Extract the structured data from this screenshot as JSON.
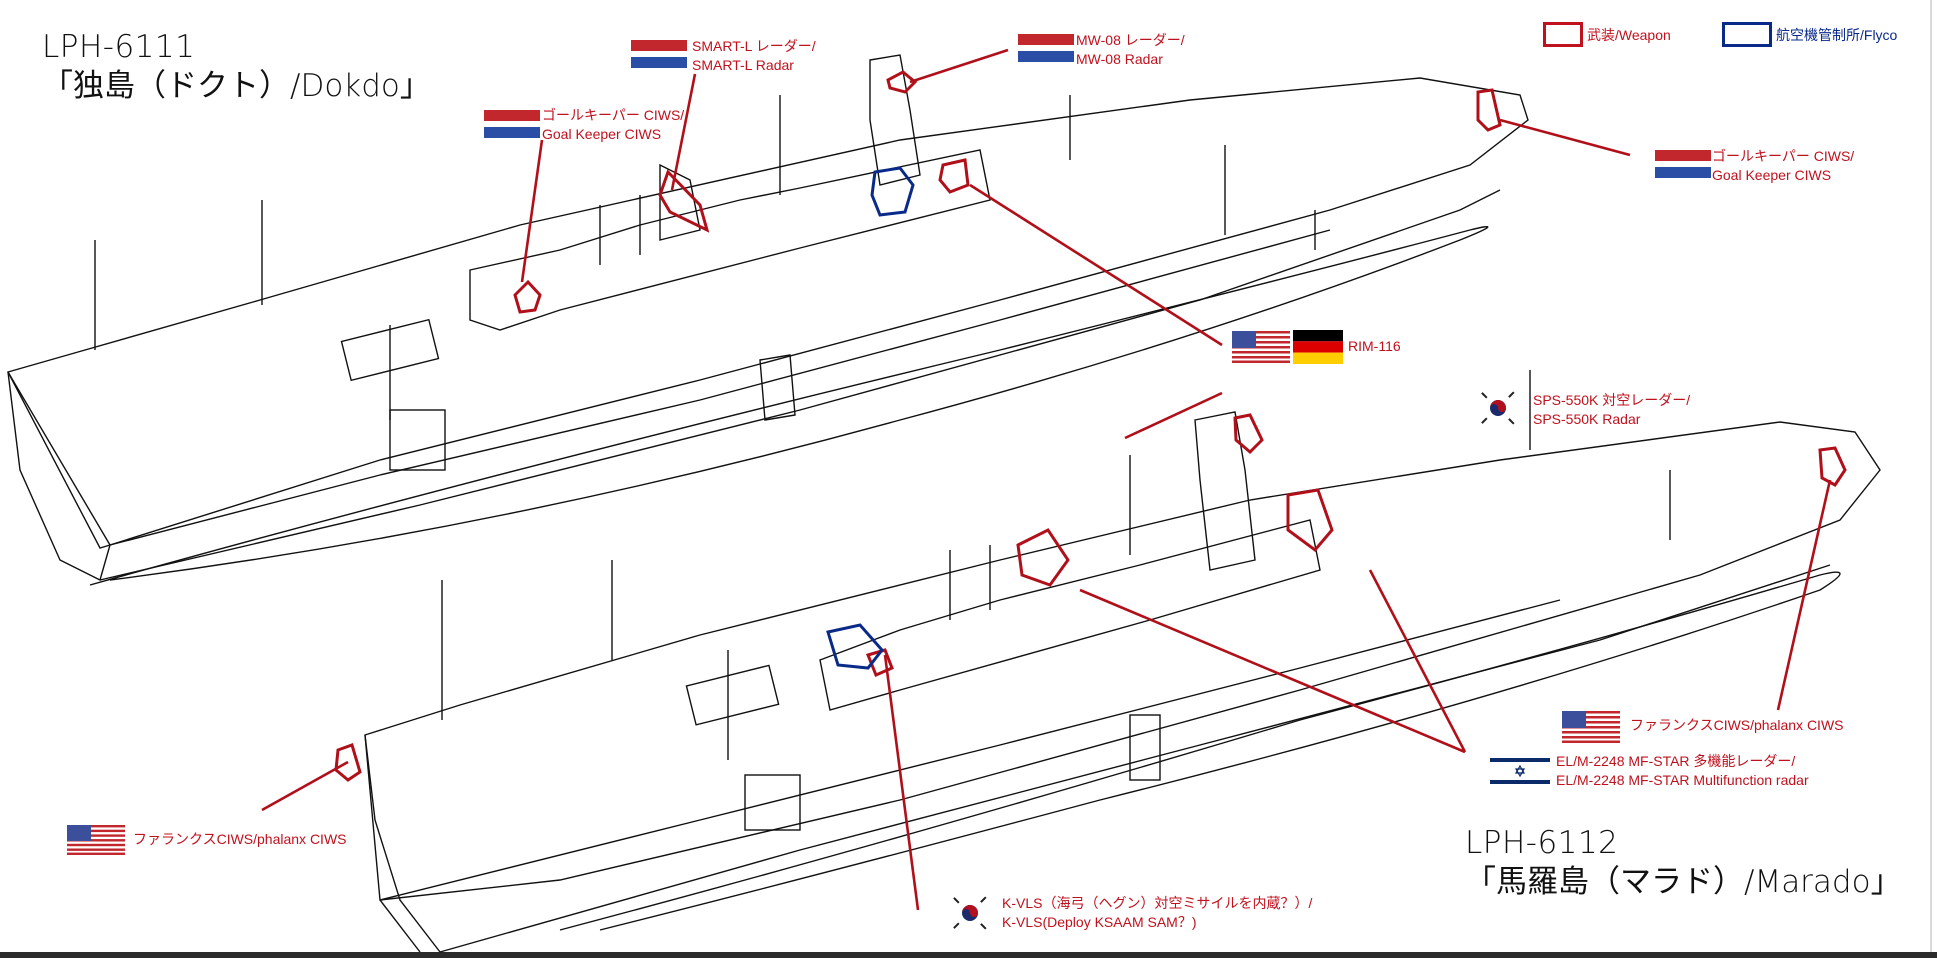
{
  "legend": {
    "weapon": {
      "label": "武装/Weapon",
      "color": "#c0111e"
    },
    "flyco": {
      "label": "航空機管制所/Flyco",
      "color": "#0a2a8a"
    }
  },
  "ships": [
    {
      "hull_number": "LPH-6111",
      "name": "「独島（ドクト）/Dokdo」",
      "annotations": [
        {
          "id": "goalkeeper-1",
          "flags": [
            "netherlands"
          ],
          "lines": [
            "ゴールキーパー CIWS/",
            "Goal Keeper CIWS"
          ]
        },
        {
          "id": "smart-l",
          "flags": [
            "netherlands"
          ],
          "lines": [
            "SMART-L レーダー/",
            "SMART-L Radar"
          ]
        },
        {
          "id": "mw-08",
          "flags": [
            "netherlands"
          ],
          "lines": [
            "MW-08 レーダー/",
            "MW-08 Radar"
          ]
        },
        {
          "id": "goalkeeper-2",
          "flags": [
            "netherlands"
          ],
          "lines": [
            "ゴールキーパー CIWS/",
            "Goal Keeper CIWS"
          ]
        },
        {
          "id": "rim-116",
          "flags": [
            "usa",
            "germany"
          ],
          "lines": [
            "RIM-116"
          ]
        }
      ]
    },
    {
      "hull_number": "LPH-6112",
      "name": "「馬羅島（マラド）/Marado」",
      "annotations": [
        {
          "id": "sps-550k",
          "flags": [
            "south-korea"
          ],
          "lines": [
            "SPS-550K 対空レーダー/",
            "SPS-550K Radar"
          ]
        },
        {
          "id": "phalanx-bow",
          "flags": [
            "usa"
          ],
          "lines": [
            "ファランクスCIWS/phalanx CIWS"
          ]
        },
        {
          "id": "mf-star",
          "flags": [
            "israel"
          ],
          "lines": [
            "EL/M-2248 MF-STAR 多機能レーダー/",
            "EL/M-2248 MF-STAR Multifunction radar"
          ]
        },
        {
          "id": "phalanx-stern",
          "flags": [
            "usa"
          ],
          "lines": [
            "ファランクスCIWS/phalanx CIWS"
          ]
        },
        {
          "id": "k-vls",
          "flags": [
            "south-korea"
          ],
          "lines": [
            "K-VLS（海弓（ヘグン）対空ミサイルを内蔵？）/",
            "K-VLS(Deploy KSAAM SAM？)"
          ]
        }
      ]
    }
  ],
  "colors": {
    "leader_line": "#b0101a",
    "flyco_outline": "#0a2a8a",
    "nl_red": "#c1272d",
    "nl_blue": "#2a4ea6",
    "de_black": "#000000",
    "de_red": "#dd0000",
    "de_gold": "#ffce00"
  }
}
